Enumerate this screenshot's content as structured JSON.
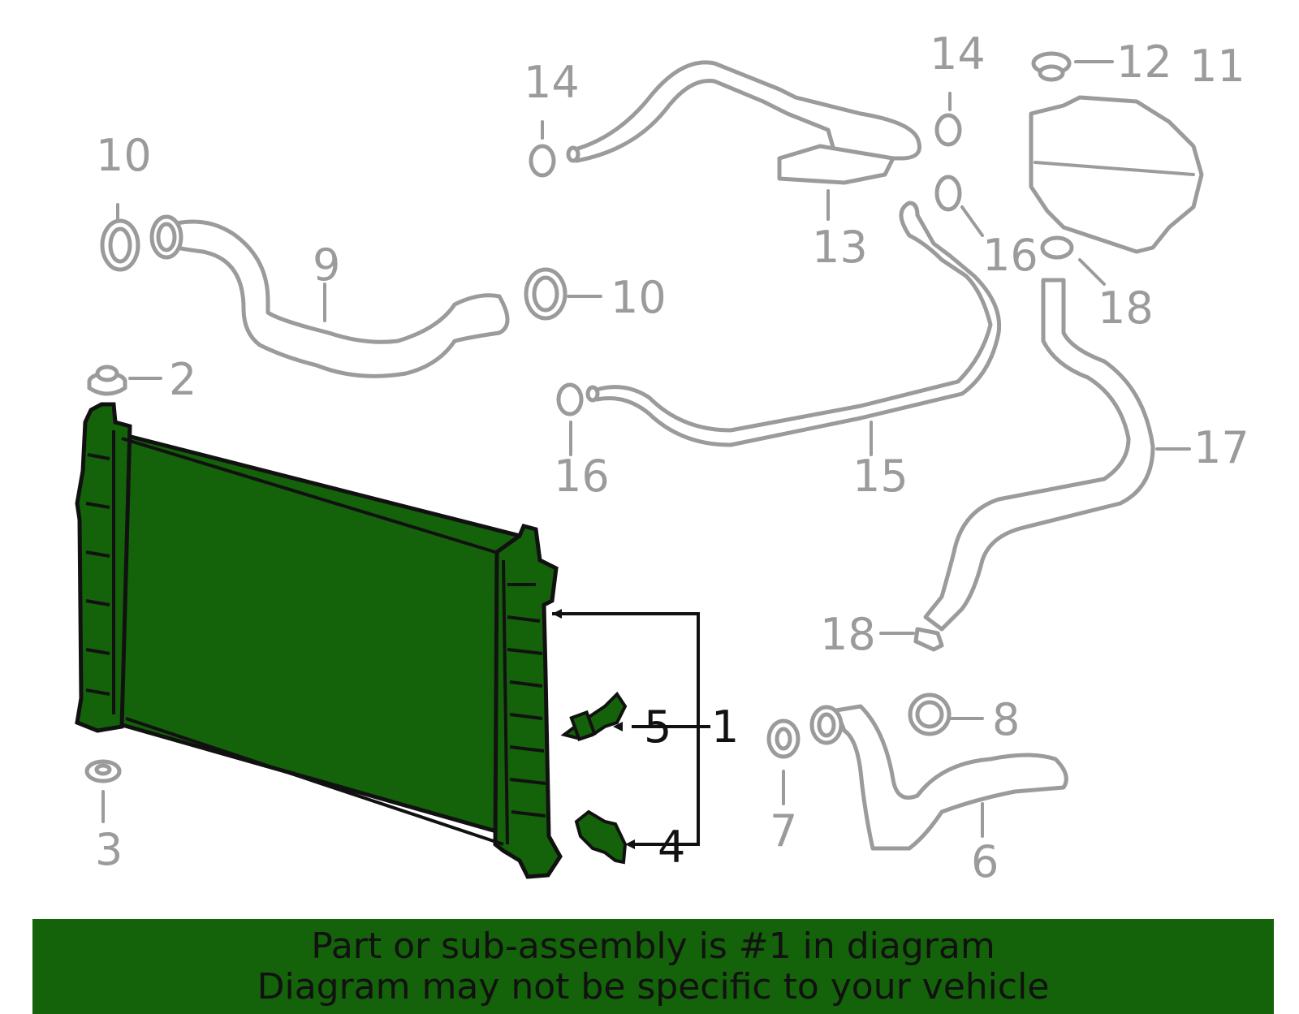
{
  "diagram": {
    "callouts": {
      "c1": "1",
      "c2": "2",
      "c3": "3",
      "c4": "4",
      "c5": "5",
      "c6": "6",
      "c7": "7",
      "c8": "8",
      "c9": "9",
      "c10a": "10",
      "c10b": "10",
      "c11": "11",
      "c12": "12",
      "c13": "13",
      "c14a": "14",
      "c14b": "14",
      "c15": "15",
      "c16a": "16",
      "c16b": "16",
      "c17": "17",
      "c18a": "18",
      "c18b": "18"
    },
    "highlight_color": "#14620a",
    "part_color": "#9b9b9b"
  },
  "footer": {
    "line1": "Part or sub-assembly is #1 in diagram",
    "line2": "Diagram may not be specific to your vehicle",
    "background": "#14620a"
  }
}
